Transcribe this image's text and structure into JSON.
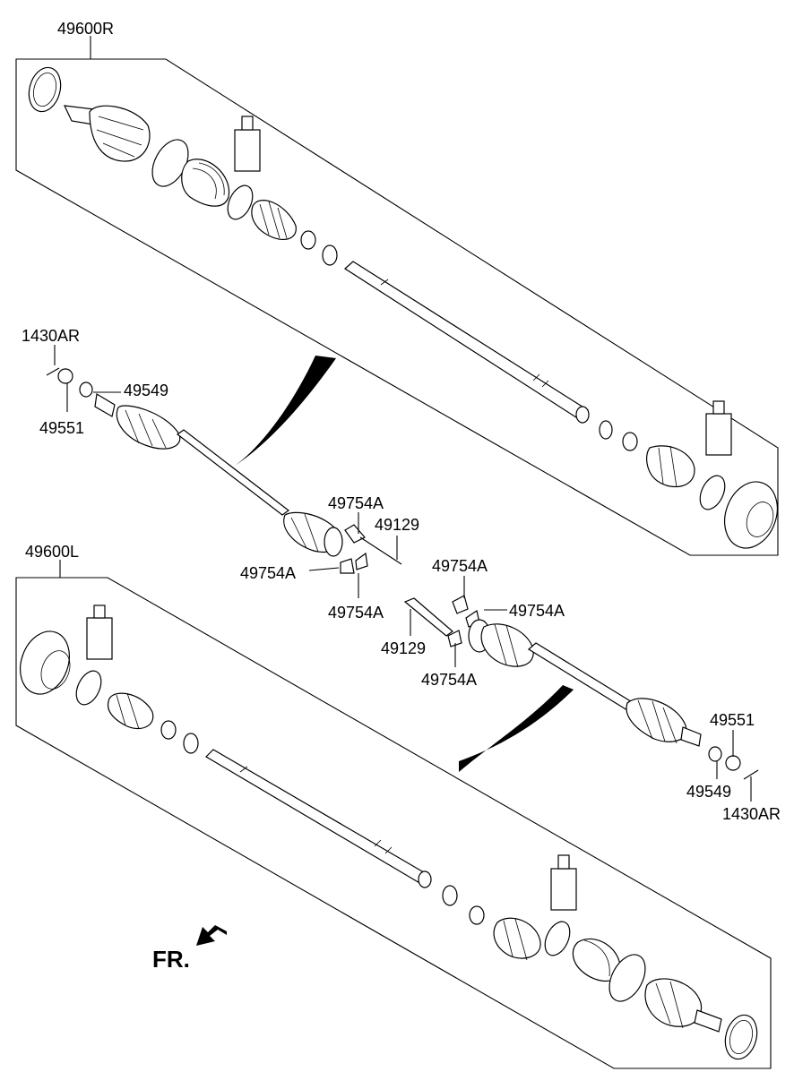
{
  "labels": {
    "assy_right": "49600R",
    "assy_left": "49600L",
    "pin_upper": "1430AR",
    "washer_upper": "49549",
    "nut_upper": "49551",
    "clip_a1": "49754A",
    "clip_a2": "49754A",
    "clip_a3": "49754A",
    "clip_a4": "49754A",
    "clip_b1": "49754A",
    "clip_b2": "49754A",
    "bolt_upper": "49129",
    "bolt_lower": "49129",
    "nut_lower": "49551",
    "washer_lower": "49549",
    "pin_lower": "1430AR",
    "front_indicator": "FR."
  },
  "icons": {
    "front_arrow": "arrow-down-left-icon"
  }
}
